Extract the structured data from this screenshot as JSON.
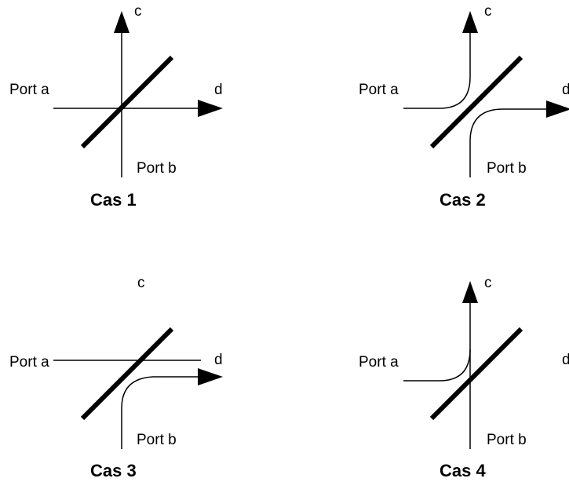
{
  "panels": [
    {
      "title": "Cas 1",
      "port_a": "Port a",
      "port_b": "Port b",
      "label_c": "c",
      "label_d": "d",
      "arrow_c": true,
      "arrow_d": true
    },
    {
      "title": "Cas 2",
      "port_a": "Port a",
      "port_b": "Port b",
      "label_c": "c",
      "label_d": "d",
      "arrow_c": true,
      "arrow_d": true
    },
    {
      "title": "Cas 3",
      "port_a": "Port a",
      "port_b": "Port b",
      "label_c": "c",
      "label_d": "d",
      "arrow_c": false,
      "arrow_d": true
    },
    {
      "title": "Cas 4",
      "port_a": "Port a",
      "port_b": "Port b",
      "label_c": "c",
      "label_d": "d",
      "arrow_c": true,
      "arrow_d": false
    }
  ]
}
